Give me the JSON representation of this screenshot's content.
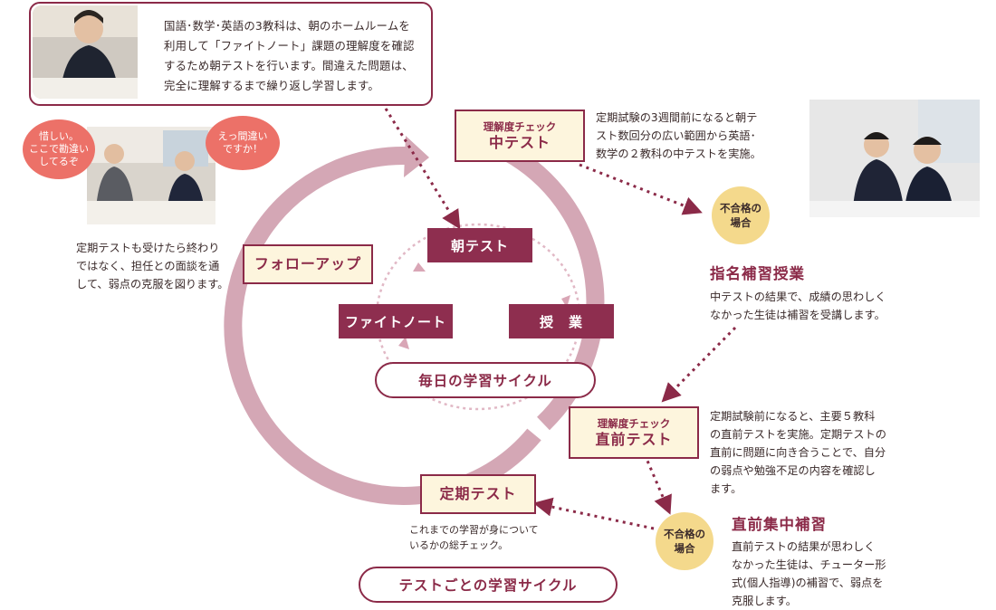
{
  "colors": {
    "accent": "#8b2a48",
    "dark_box": "#8e2e4f",
    "cycle_ring": "#d4a7b5",
    "cream": "#fdf5dd",
    "yellow": "#f4d98c",
    "bubble": "#ec7168"
  },
  "top_callout": {
    "lines": [
      "国語･数学･英語の3教科は、朝のホームルームを",
      "利用して「ファイトノート」課題の理解度を確認",
      "するため朝テストを行います。間違えた問題は、",
      "完全に理解するまで繰り返し学習します。"
    ]
  },
  "bubbles": {
    "left": [
      "惜しい。",
      "ここで勘違い",
      "してるぞ"
    ],
    "right": [
      "えっ間違い",
      "ですか！"
    ]
  },
  "followup_desc": [
    "定期テストも受けたら終わり",
    "ではなく、担任との面談を通",
    "して、弱点の克服を図ります。"
  ],
  "followup_label": "フォローアップ",
  "mid_test": {
    "sub": "理解度チェック",
    "main": "中テスト"
  },
  "mid_test_desc": [
    "定期試験の3週間前になると朝テ",
    "スト数回分の広い範囲から英語･",
    "数学の２教科の中テストを実施。"
  ],
  "fail1": [
    "不合格の",
    "場合"
  ],
  "remedial": {
    "title": "指名補習授業",
    "desc": [
      "中テストの結果で、成績の思わしく",
      "なかった生徒は補習を受講します。"
    ]
  },
  "daily": {
    "morning_test": "朝テスト",
    "fight_note": "ファイトノート",
    "class": "授　業",
    "label": "毎日の学習サイクル"
  },
  "pre_test": {
    "sub": "理解度チェック",
    "main": "直前テスト"
  },
  "pre_test_desc": [
    "定期試験前になると、主要５教科",
    "の直前テストを実施。定期テストの",
    "直前に問題に向き合うことで、自分",
    "の弱点や勉強不足の内容を確認し",
    "ます。"
  ],
  "regular_test": {
    "label": "定期テスト",
    "desc": [
      "これまでの学習が身について",
      "いるかの総チェック。"
    ]
  },
  "fail2": [
    "不合格の",
    "場合"
  ],
  "intensive": {
    "title": "直前集中補習",
    "desc": [
      "直前テストの結果が思わしく",
      "なかった生徒は、チューター形",
      "式(個人指導)の補習で、弱点を",
      "克服します。"
    ]
  },
  "test_cycle_label": "テストごとの学習サイクル"
}
